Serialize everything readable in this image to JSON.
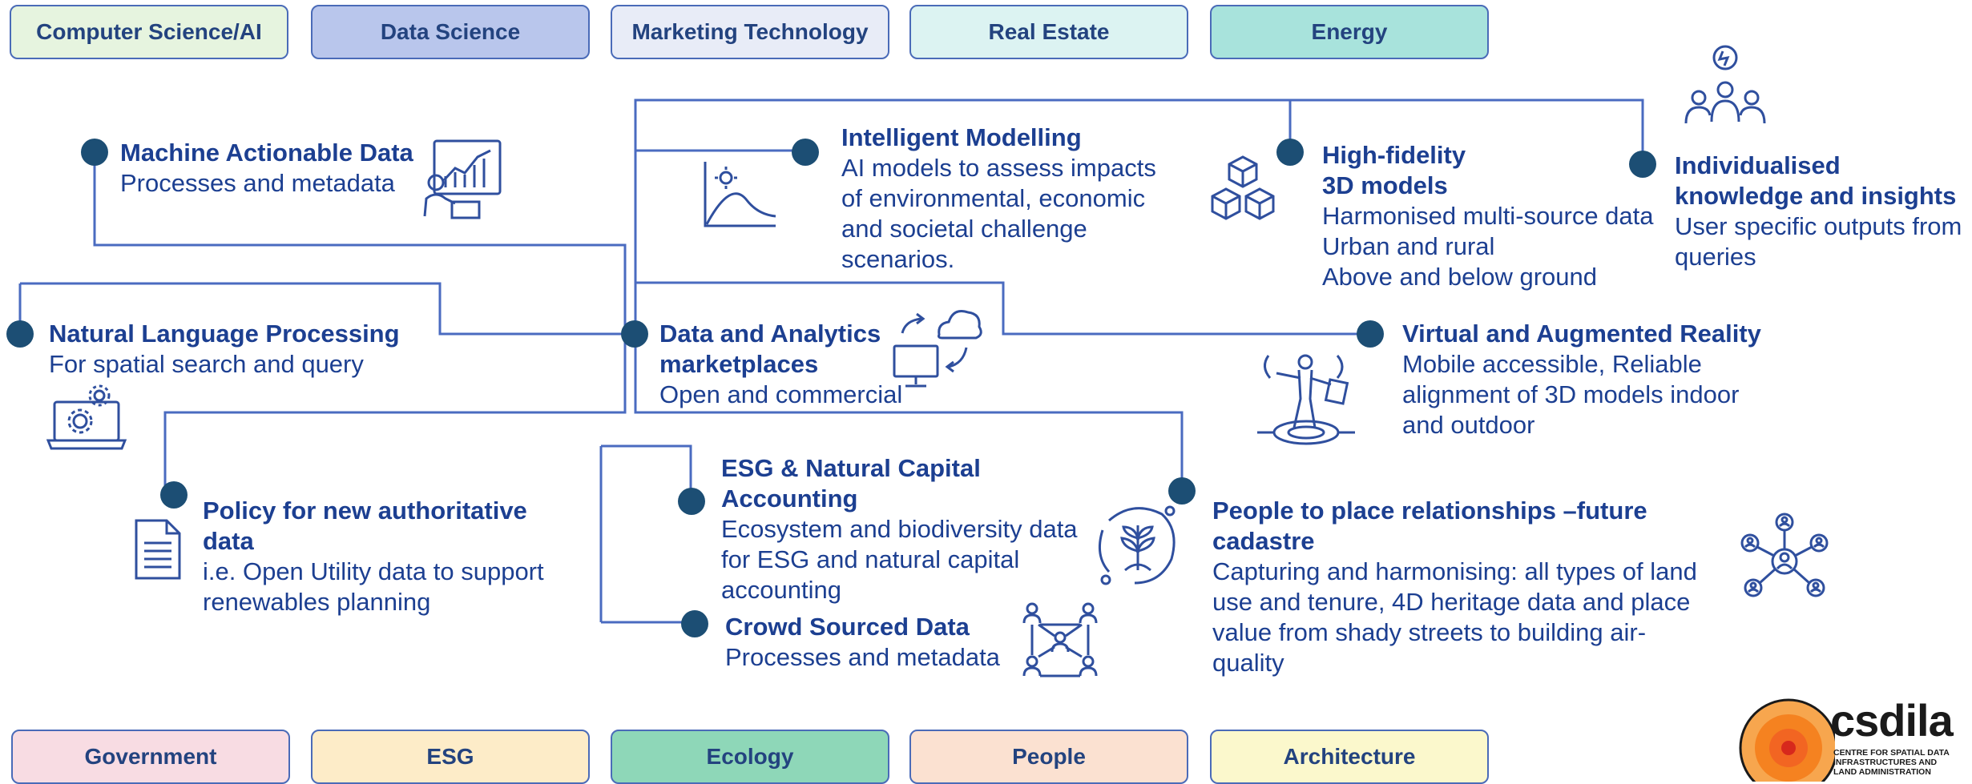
{
  "top_tags": [
    "Computer Science/AI",
    "Data Science",
    "Marketing Technology",
    "Real Estate",
    "Energy"
  ],
  "bottom_tags": [
    "Government",
    "ESG",
    "Ecology",
    "People",
    "Architecture"
  ],
  "tag_colors": {
    "top": [
      "#e6f4df",
      "#b9c6ec",
      "#e8ecf7",
      "#dcf3f2",
      "#a8e3dc"
    ],
    "bottom": [
      "#f8dce3",
      "#fdecc8",
      "#8ed7b8",
      "#fbe1d1",
      "#fbf8cc"
    ]
  },
  "nodes": {
    "machine": {
      "title": "Machine Actionable Data",
      "desc": "Processes and metadata"
    },
    "intelligent": {
      "title": "Intelligent Modelling",
      "desc": [
        "AI models to assess impacts",
        "of environmental, economic",
        "and societal challenge",
        "scenarios."
      ]
    },
    "highfidelity": {
      "title": [
        "High-fidelity",
        "3D models"
      ],
      "desc": [
        "Harmonised multi-source data",
        "Urban and rural",
        "Above and below ground"
      ]
    },
    "individualised": {
      "title": [
        "Individualised",
        "knowledge and insights"
      ],
      "desc": [
        "User specific outputs from",
        "queries"
      ]
    },
    "nlp": {
      "title": "Natural Language Processing",
      "desc": "For spatial search and query"
    },
    "marketplaces": {
      "title": [
        "Data and Analytics",
        "marketplaces"
      ],
      "desc": "Open and commercial"
    },
    "var": {
      "title": "Virtual and Augmented Reality",
      "desc": [
        "Mobile accessible, Reliable",
        "alignment of 3D models indoor",
        "and outdoor"
      ]
    },
    "esg": {
      "title": [
        "ESG & Natural Capital",
        "Accounting"
      ],
      "desc": [
        "Ecosystem and biodiversity data",
        "for ESG and natural capital",
        "accounting"
      ]
    },
    "policy": {
      "title": [
        "Policy for new authoritative",
        "data"
      ],
      "desc": [
        "i.e. Open Utility data to support",
        "renewables planning"
      ]
    },
    "people": {
      "title": [
        "People to place relationships –future",
        "cadastre"
      ],
      "desc": [
        "Capturing and harmonising: all types of land",
        "use and tenure, 4D heritage data and place",
        "value from shady streets to building air-",
        "quality"
      ]
    },
    "crowd": {
      "title": "Crowd Sourced Data",
      "desc": "Processes and metadata"
    }
  },
  "logo": {
    "name": "csdila",
    "sub": [
      "CENTRE FOR SPATIAL DATA",
      "INFRASTRUCTURES AND",
      "LAND ADMINISTRATION"
    ]
  },
  "colors": {
    "line": "#4a6bc0",
    "dot": "#1c4e74",
    "text": "#1c3f91",
    "icon": "#2f4f9e",
    "logo_orange": "#f58220"
  }
}
